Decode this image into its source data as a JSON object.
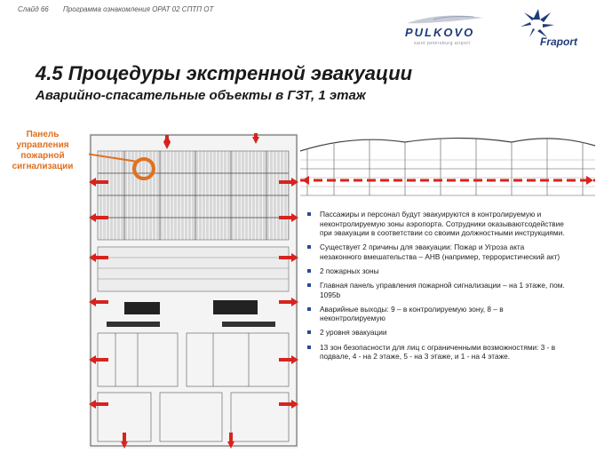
{
  "header": {
    "slide": "Слайд 66",
    "program": "Программа ознакомления ОРАТ 02 СПТП ОТ"
  },
  "logos": {
    "pulkovo": "PULKOVO",
    "pulkovo_sub": "saint petersburg airport",
    "fraport": "Fraport"
  },
  "title": "4.5 Процедуры экстренной эвакуации",
  "subtitle": "Аварийно-спасательные объекты в ГЗТ, 1 этаж",
  "panel_label": "Панель управления пожарной сигнализации",
  "bullets": [
    "Пассажиры и персонал будут эвакуируются в контролируемую и неконтролируемую зоны аэропорта. Сотрудники оказываютсодействие при эвакуации в соответствии со своими должностными инструкциями.",
    "Существует 2 причины для эвакуации: Пожар и Угроза акта незаконного вмешательства – АНВ (например, террористический акт)",
    "2 пожарных зоны",
    "Главная панель управления пожарной сигнализации – на 1 этаже, пом. 1095b",
    "Аварийные выходы: 9 – в контролируемую зону, 8 – в неконтролируемую",
    "2 уровня эвакуации",
    "13 зон безопасности для лиц с ограниченными возможностями: 3 - в подвале, 4 - на 2 этаже, 5 - на 3 этаже, и 1 - на 4 этаже."
  ],
  "colors": {
    "arrow": "#d8231e",
    "accent": "#e07020",
    "brand": "#1f3b7a"
  }
}
